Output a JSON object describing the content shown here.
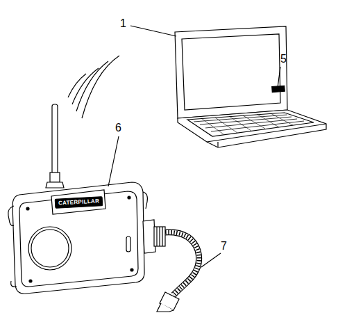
{
  "diagram": {
    "labels": [
      "1",
      "5",
      "6",
      "7",
      "CATERPILLAR"
    ]
  }
}
